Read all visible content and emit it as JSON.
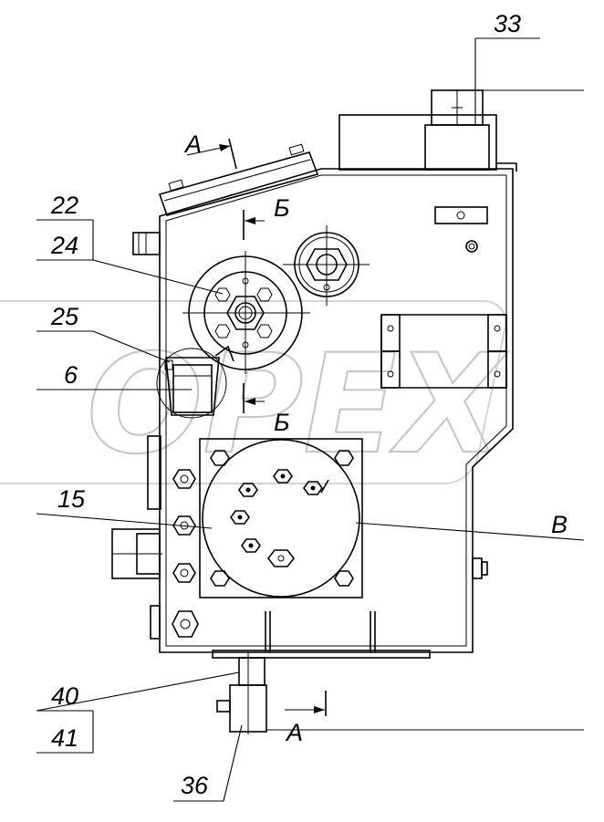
{
  "watermark": "OPEX",
  "callouts": {
    "c33": "33",
    "c22": "22",
    "c24": "24",
    "c25": "25",
    "c6": "6",
    "c15": "15",
    "c40": "40",
    "c41": "41",
    "c36": "36",
    "cB": "В"
  },
  "section_marks": {
    "a_top": "A",
    "a_bottom": "A",
    "b_top": "Б",
    "b_bottom": "Б"
  }
}
